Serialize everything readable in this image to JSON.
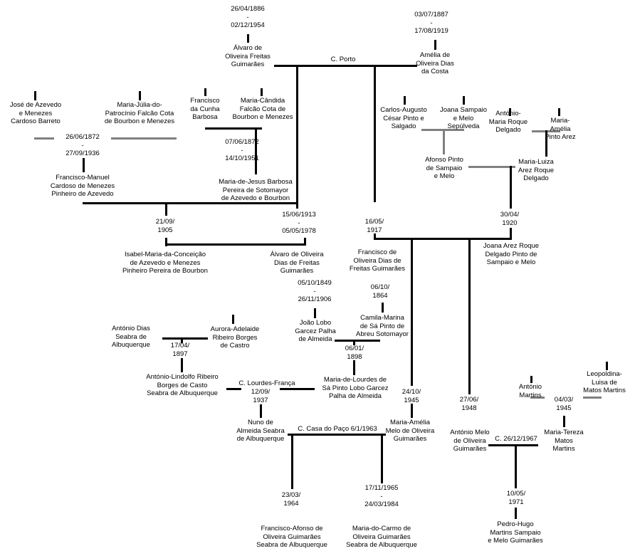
{
  "people": {
    "alvaro_sr": "Álvaro de\nOliveira Freitas\nGuimarães",
    "amelia": "Amélia de\nOliveira Dias\nda Costa",
    "jose_azevedo": "José de Azevedo\ne Menezes\nCardoso Barreto",
    "maria_julia": "Maria-Júlia-do-\nPatrocínio Falcão Cota\nde Bourbon e Menezes",
    "francisco_cunha": "Francisco\nda Cunha\nBarbosa",
    "maria_candida": "Maria-Cândida\nFalcão Cota de\nBourbon e Menezes",
    "carlos_augusto": "Carlos-Augusto\nCésar Pinto e\nSalgado",
    "joana_sampaio": "Joana Sampaio\ne Melo\nSepúlveda",
    "antonio_roque": "António-\nMaria Roque\nDelgado",
    "maria_amelia_arez": "Maria-\nAmélia\nPinto Arez",
    "francisco_manuel": "Francisco-Manuel\nCardoso de Menezes\nPinheiro de Azevedo",
    "maria_jesus": "Maria-de-Jesus Barbosa\nPereira de Sotomayor\nde Azevedo e Bourbon",
    "afonso_pinto": "Afonso Pinto\nde Sampaio\ne Melo",
    "maria_luiza": "Maria-Luiza\nArez Roque\nDelgado",
    "isabel_maria": "Isabel-Maria-da-Conceição\nde Azevedo e Menezes\nPinheiro Pereira de Bourbon",
    "alvaro_jr": "Álvaro de Oliveira\nDias de Freitas\nGuimarães",
    "francisco_oliveira": "Francisco de\nOliveira Dias de\nFreitas Guimarães",
    "joana_arez": "Joana Arez Roque\nDelgado Pinto de\nSampaio e Melo",
    "joao_lobo": "João Lobo\nGarcez Palha\nde Almeida",
    "camila_marina": "Camila-Marina\nde Sá Pinto de\nAbreu Sotomayor",
    "antonio_dias": "António Dias\nSeabra de\nAlbuquerque",
    "aurora_adelaide": "Aurora-Adelaide\nRibeiro Borges\nde Castro",
    "antonio_lindolfo": "António-Lindolfo Ribeiro\nBorges de Casto\nSeabra de Albuquerque",
    "maria_lourdes": "Maria-de-Lourdes de\nSá Pinto Lobo Garcez\nPalha de Almeida",
    "nuno": "Nuno de\nAlmeida Seabra\nde Albuquerque",
    "maria_amelia_melo": "Maria-Amélia\nMelo de Oliveira\nGuimarães",
    "antonio_melo": "António Melo\nde Oliveira\nGuimarães",
    "antonio_martins": "António\nMartins",
    "leopoldina": "Leopoldina-\nLuisa de\nMatos Martins",
    "maria_tereza": "Maria-Tereza\nMatos\nMartins",
    "francisco_afonso": "Francisco-Afonso de\nOliveira Guimarães\nSeabra de Albuquerque",
    "maria_carmo": "Maria-do-Carmo de\nOliveira Guimarães\nSeabra de Albuquerque",
    "pedro_hugo": "Pedro-Hugo\nMartins Sampaio\ne Melo Guimarães"
  },
  "dates": {
    "alvaro_sr": "26/04/1886\n-\n02/12/1954",
    "amelia": "03/07/1887\n-\n17/08/1919",
    "jose_azevedo_union": "26/06/1872\n-\n27/09/1936",
    "maria_candida_union": "07/06/1872\n-\n14/10/1951",
    "isabel_union": "21/09/\n1905",
    "alvaro_jr": "15/06/1913\n-\n05/05/1978",
    "francisco_oliveira": "16/05/\n1917",
    "joana_arez": "30/04/\n1920",
    "joao_lobo": "05/10/1849\n-\n26/11/1906",
    "camila_marina": "06/10/\n1864",
    "antonio_lindolfo": "17/04/\n1897",
    "maria_lourdes": "06/01/\n1898",
    "nuno": "12/09/\n1937",
    "maria_amelia_melo": "24/10/\n1945",
    "antonio_melo": "27/06/\n1948",
    "maria_tereza": "04/03/\n1945",
    "francisco_afonso": "23/03/\n1964",
    "maria_carmo": "17/11/1965\n-\n24/03/1984",
    "pedro_hugo": "10/05/\n1971"
  },
  "marriages": {
    "porto": "C. Porto",
    "lourdes_franca": "C. Lourdes-França",
    "casa_paco": "C. Casa do Paço 6/1/1963",
    "c_1967": "C. 26/12/1967"
  }
}
